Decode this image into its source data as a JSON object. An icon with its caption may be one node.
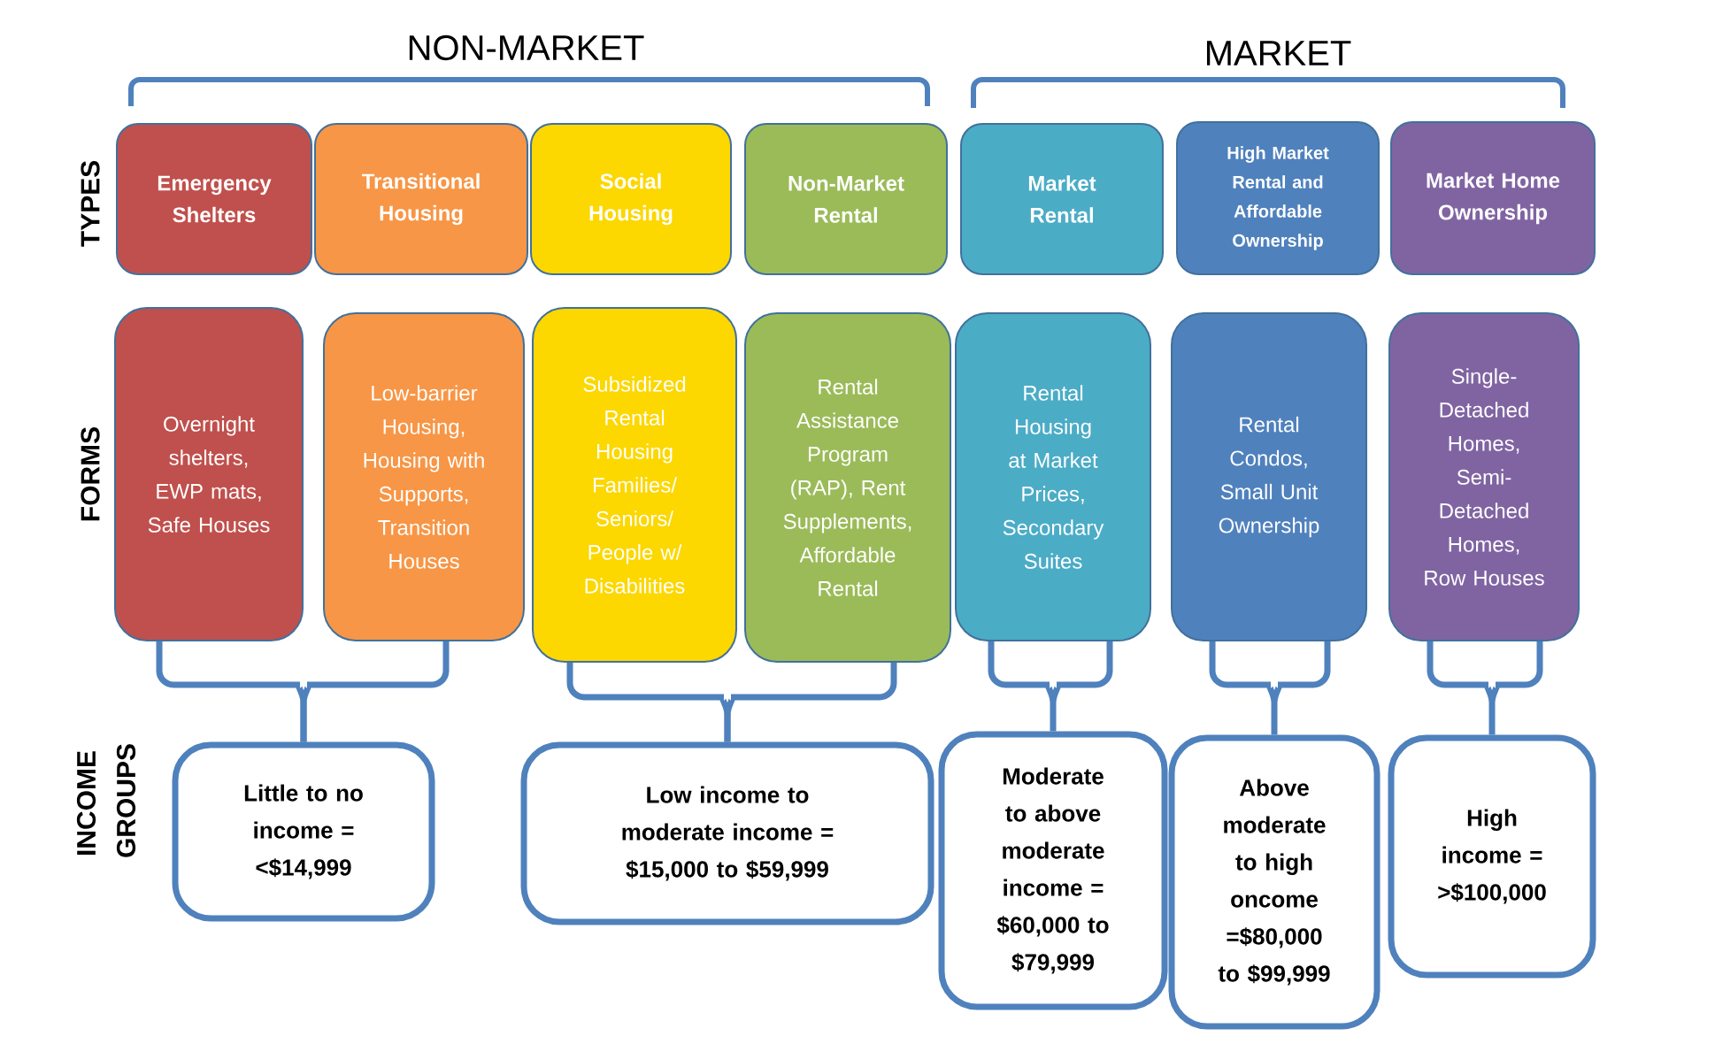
{
  "diagram": {
    "nodes": [
      {
        "text": [
          "Emergency Shelters"
        ]
      },
      {
        "text": [
          "Transitional Housing"
        ]
      },
      {
        "text": [
          "Social Housing"
        ]
      },
      {
        "text": [
          "Non-Market Rental"
        ]
      },
      {
        "text": [
          "Market Rental"
        ]
      },
      {
        "text": [
          "High Market Rental and Affordable Ownership"
        ]
      },
      {
        "text": [
          "Market Home Ownership"
        ]
      },
      {
        "text": [
          "Overnight shelters, EWP mats, Safe Houses"
        ]
      },
      {
        "text": [
          "Low-barrier Housing, Housing with Supports, Transition Houses"
        ]
      },
      {
        "text": [
          "Subsidized Rental Housing Families/ Seniors/ People w/ Disabilities"
        ]
      },
      {
        "text": [
          "Rental Assistance Program (RAP), Rent Supplements, Affordable Rental"
        ]
      },
      {
        "text": [
          "Rental Housing at Market Prices, Secondary Suites"
        ]
      },
      {
        "text": [
          "Rental Condos, Small Unit Ownership"
        ]
      },
      {
        "text": [
          "Single- Detached Homes, Semi- Detached Homes, Row Houses"
        ]
      },
      {
        "text": [
          "Little to no income = <$14,999"
        ]
      },
      {
        "text": [
          "Low income to moderate income = $15,000 to $59,999"
        ]
      },
      {
        "text": [
          "Moderate to above moderate income = $60,000 to $79,999"
        ]
      },
      {
        "text": [
          "Above moderate to high oncome =$80,000 to $99,999"
        ]
      },
      {
        "text": [
          "High income = >$100,000"
        ]
      }
    ],
    "edges": [
      {
        "from": 7,
        "to": 14,
        "arrow": "none"
      },
      {
        "from": 8,
        "to": 14,
        "arrow": "none"
      },
      {
        "from": 9,
        "to": 15,
        "arrow": "none"
      },
      {
        "from": 10,
        "to": 15,
        "arrow": "none"
      },
      {
        "from": 11,
        "to": 16,
        "arrow": "none"
      },
      {
        "from": 12,
        "to": 17,
        "arrow": "none"
      },
      {
        "from": 13,
        "to": 18,
        "arrow": "none"
      }
    ],
    "labels": [
      "NON-MARKET",
      "MARKET",
      "TYPES",
      "FORMS",
      "INCOME GROUPS"
    ]
  }
}
